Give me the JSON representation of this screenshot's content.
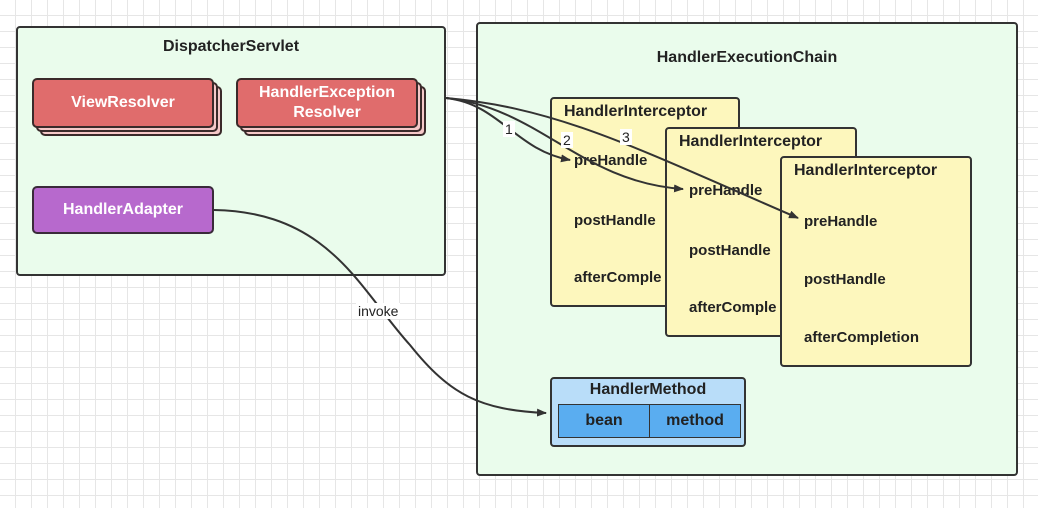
{
  "dispatcher": {
    "title": "DispatcherServlet",
    "view_resolver": "ViewResolver",
    "exception_resolver_line1": "HandlerException",
    "exception_resolver_line2": "Resolver",
    "handler_adapter": "HandlerAdapter"
  },
  "chain": {
    "title": "HandlerExecutionChain",
    "interceptors": [
      {
        "title": "HandlerInterceptor",
        "items": [
          "preHandle",
          "postHandle",
          "afterComple"
        ]
      },
      {
        "title": "HandlerInterceptor",
        "items": [
          "preHandle",
          "postHandle",
          "afterComple"
        ]
      },
      {
        "title": "HandlerInterceptor",
        "items": [
          "preHandle",
          "postHandle",
          "afterCompletion"
        ]
      }
    ],
    "method": {
      "title": "HandlerMethod",
      "cells": [
        "bean",
        "method"
      ]
    }
  },
  "edges": {
    "step1": "1",
    "step2": "2",
    "step3": "3",
    "invoke": "invoke"
  },
  "colors": {
    "panel_bg": "#eafcec",
    "resolver": "#e06c6c",
    "adapter": "#b769cd",
    "interceptor": "#fdf7bd",
    "method_header": "#b9ddf9",
    "method_cell": "#5aadf0"
  }
}
